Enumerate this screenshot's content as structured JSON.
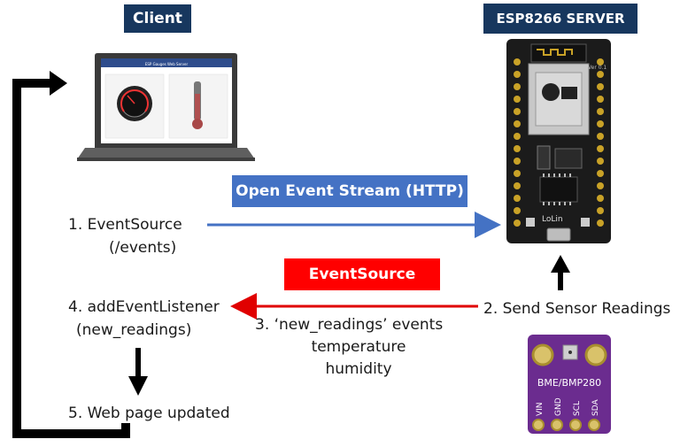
{
  "titles": {
    "client": "Client",
    "server": "ESP8266 SERVER"
  },
  "labels": {
    "open_stream": "Open Event Stream (HTTP)",
    "eventsource": "EventSource"
  },
  "steps": {
    "step1_line1": "1.   EventSource",
    "step1_line2": "(/events)",
    "step2": "2. Send Sensor Readings",
    "step3_line1": "3. ‘new_readings’ events",
    "step3_line2": "temperature",
    "step3_line3": "humidity",
    "step4_line1": "4. addEventListener",
    "step4_line2": "(new_readings)",
    "step5": "5. Web page updated"
  },
  "device_text": {
    "board_brand": "LoLin",
    "board_version": "Ver 0.1",
    "sensor_label": "BME/BMP280",
    "sensor_pins": [
      "VIN",
      "GND",
      "SCL",
      "SDA"
    ],
    "laptop_page_title": "ESP Gauges Web Server"
  },
  "colors": {
    "navy": "#17375e",
    "blue": "#4472c4",
    "red": "#ff0000",
    "sensor_purple": "#6b2c8f",
    "board_black": "#1b1b1b"
  }
}
